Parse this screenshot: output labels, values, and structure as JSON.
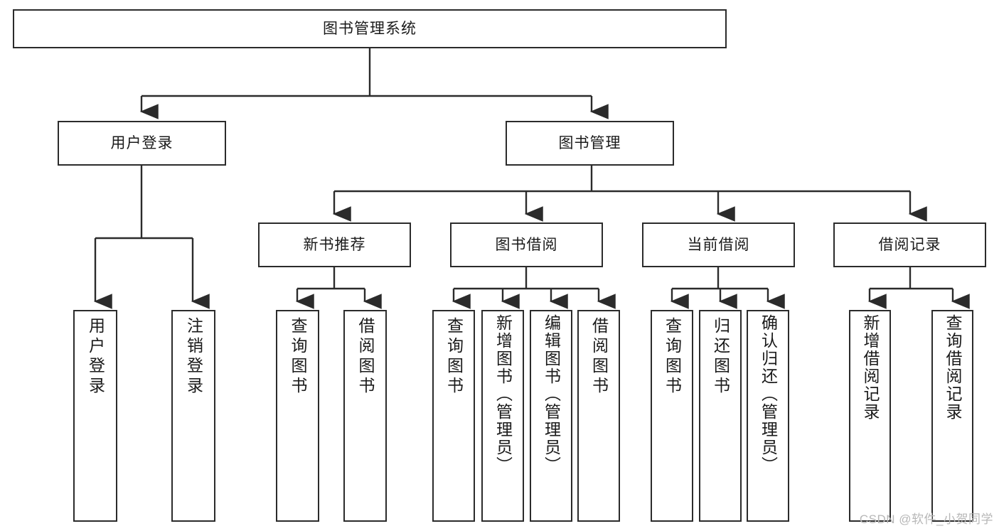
{
  "diagram": {
    "type": "tree-hierarchy",
    "title": "图书管理系统",
    "watermark": "CSDN @软件_小贺同学",
    "colors": {
      "box_border": "#2b2b2b",
      "box_fill": "#ffffff",
      "connector": "#2b2b2b",
      "text": "#1a1a1a",
      "watermark": "#b7b7b7"
    },
    "nodes": {
      "root": {
        "label": "图书管理系统"
      },
      "level2": [
        {
          "label": "用户登录"
        },
        {
          "label": "图书管理"
        }
      ],
      "level3": [
        {
          "label": "新书推荐"
        },
        {
          "label": "图书借阅"
        },
        {
          "label": "当前借阅"
        },
        {
          "label": "借阅记录"
        }
      ],
      "leaves": {
        "user_login": [
          {
            "label": "用户登录"
          },
          {
            "label": "注销登录"
          }
        ],
        "new_book_recommend": [
          {
            "label": "查询图书"
          },
          {
            "label": "借阅图书"
          }
        ],
        "book_borrow": [
          {
            "label": "查询图书"
          },
          {
            "label": "新增图书（管理员）"
          },
          {
            "label": "编辑图书（管理员）"
          },
          {
            "label": "借阅图书"
          }
        ],
        "current_borrow": [
          {
            "label": "查询图书"
          },
          {
            "label": "归还图书"
          },
          {
            "label": "确认归还（管理员）"
          }
        ],
        "borrow_record": [
          {
            "label": "新增借阅记录"
          },
          {
            "label": "查询借阅记录"
          }
        ]
      }
    }
  }
}
